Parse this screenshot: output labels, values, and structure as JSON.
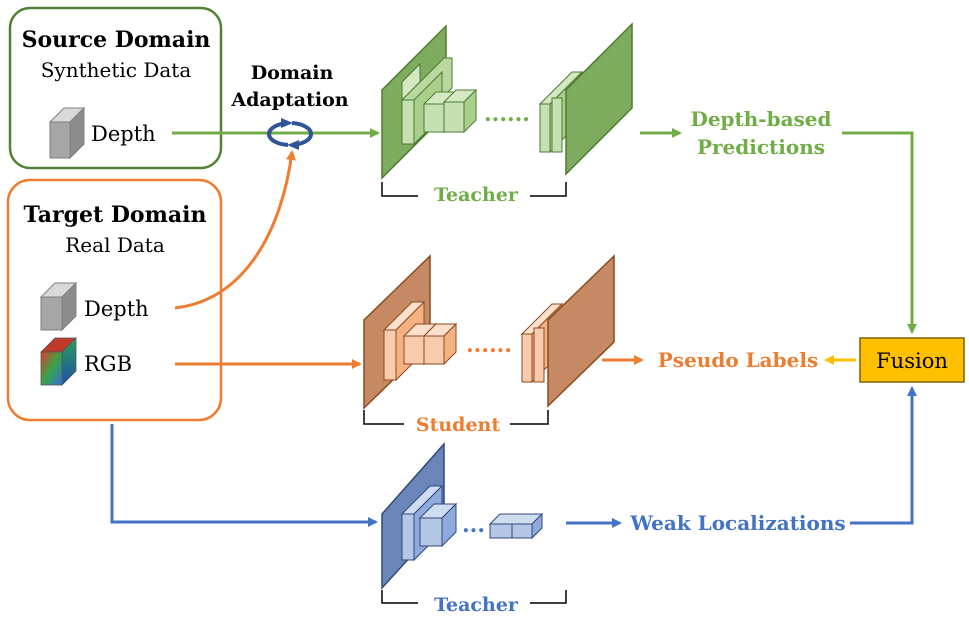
{
  "source_domain": {
    "title": "Source Domain",
    "subtitle": "Synthetic Data",
    "depth_label": "Depth"
  },
  "target_domain": {
    "title": "Target Domain",
    "subtitle": "Real Data",
    "depth_label": "Depth",
    "rgb_label": "RGB"
  },
  "domain_adaptation": {
    "line1": "Domain",
    "line2": "Adaptation"
  },
  "networks": {
    "depth_teacher": "Teacher",
    "student": "Student",
    "rgb_teacher": "Teacher"
  },
  "outputs": {
    "depth_predictions_line1": "Depth-based",
    "depth_predictions_line2": "Predictions",
    "pseudo_labels": "Pseudo Labels",
    "weak_localizations": "Weak Localizations",
    "fusion": "Fusion"
  },
  "colors": {
    "green": "#70ad47",
    "green_dark": "#548235",
    "orange": "#ed7d31",
    "orange_dark": "#c55a11",
    "blue": "#4472c4",
    "blue_dark": "#2f5597",
    "fusion_fill": "#ffc000"
  },
  "icons": {
    "depth": "gray-cube-icon",
    "rgb": "rgb-cube-icon",
    "adaptation": "cycle-arrows-icon"
  }
}
